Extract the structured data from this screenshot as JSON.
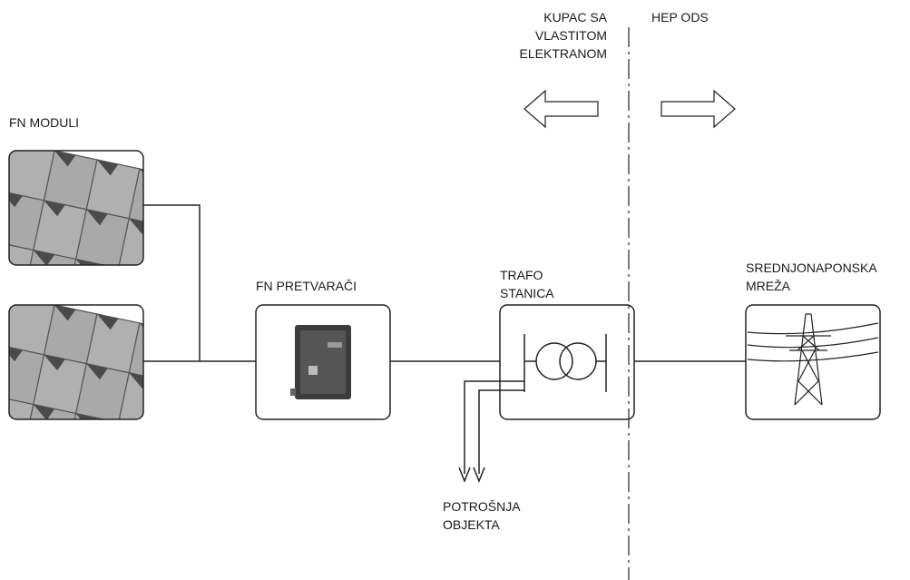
{
  "labels": {
    "fn_modules": "FN MODULI",
    "fn_inverters": "FN PRETVARAČI",
    "trafo_line1": "TRAFO",
    "trafo_line2": "STANICA",
    "grid_line1": "SREDNJONAPONSKA",
    "grid_line2": "MREŽA",
    "consumption_line1": "POTROŠNJA",
    "consumption_line2": "OBJEKTA",
    "customer_line1": "KUPAC SA",
    "customer_line2": "VLASTITOM",
    "customer_line3": "ELEKTRANOM",
    "operator": "HEP ODS"
  }
}
